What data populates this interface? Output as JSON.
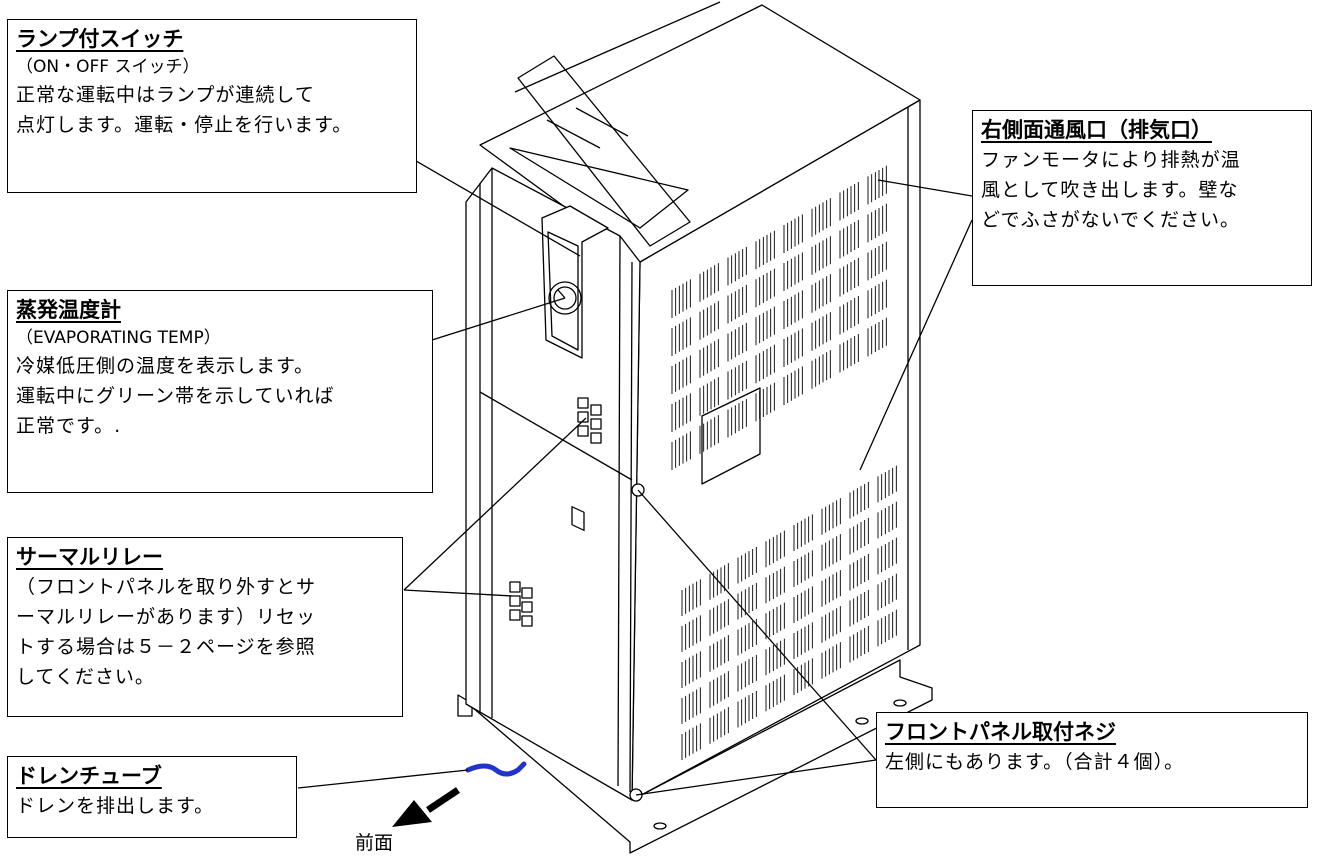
{
  "callouts": {
    "lamp_switch": {
      "title": "ランプ付スイッチ",
      "subtitle": "（ON・OFF スイッチ）",
      "lines": [
        "正常な運転中はランプが連続して",
        "点灯します。運転・停止を行います。"
      ]
    },
    "evap_gauge": {
      "title": "蒸発温度計",
      "subtitle": "（EVAPORATING TEMP）",
      "lines": [
        "冷媒低圧側の温度を表示します。",
        "運転中にグリーン帯を示していれば",
        "正常です。."
      ]
    },
    "thermal_relay": {
      "title": "サーマルリレー",
      "lines": [
        "（フロントパネルを取り外すとサ",
        "ーマルリレーがあります）リセッ",
        "トする場合は５－２ページを参照",
        "してください。"
      ]
    },
    "drain_tube": {
      "title": "ドレンチューブ",
      "lines": [
        "ドレンを排出します。"
      ]
    },
    "right_vent": {
      "title": "右側面通風口（排気口）",
      "lines": [
        "ファンモータにより排熱が温",
        "風として吹き出します。壁な",
        "どでふさがないでください。"
      ]
    },
    "panel_screw": {
      "title": "フロントパネル取付ネジ",
      "lines": [
        "左側にもあります。（合計４個）。"
      ]
    }
  },
  "front_label": "前面",
  "colors": {
    "tube": "#2233cc",
    "line": "#000000"
  }
}
